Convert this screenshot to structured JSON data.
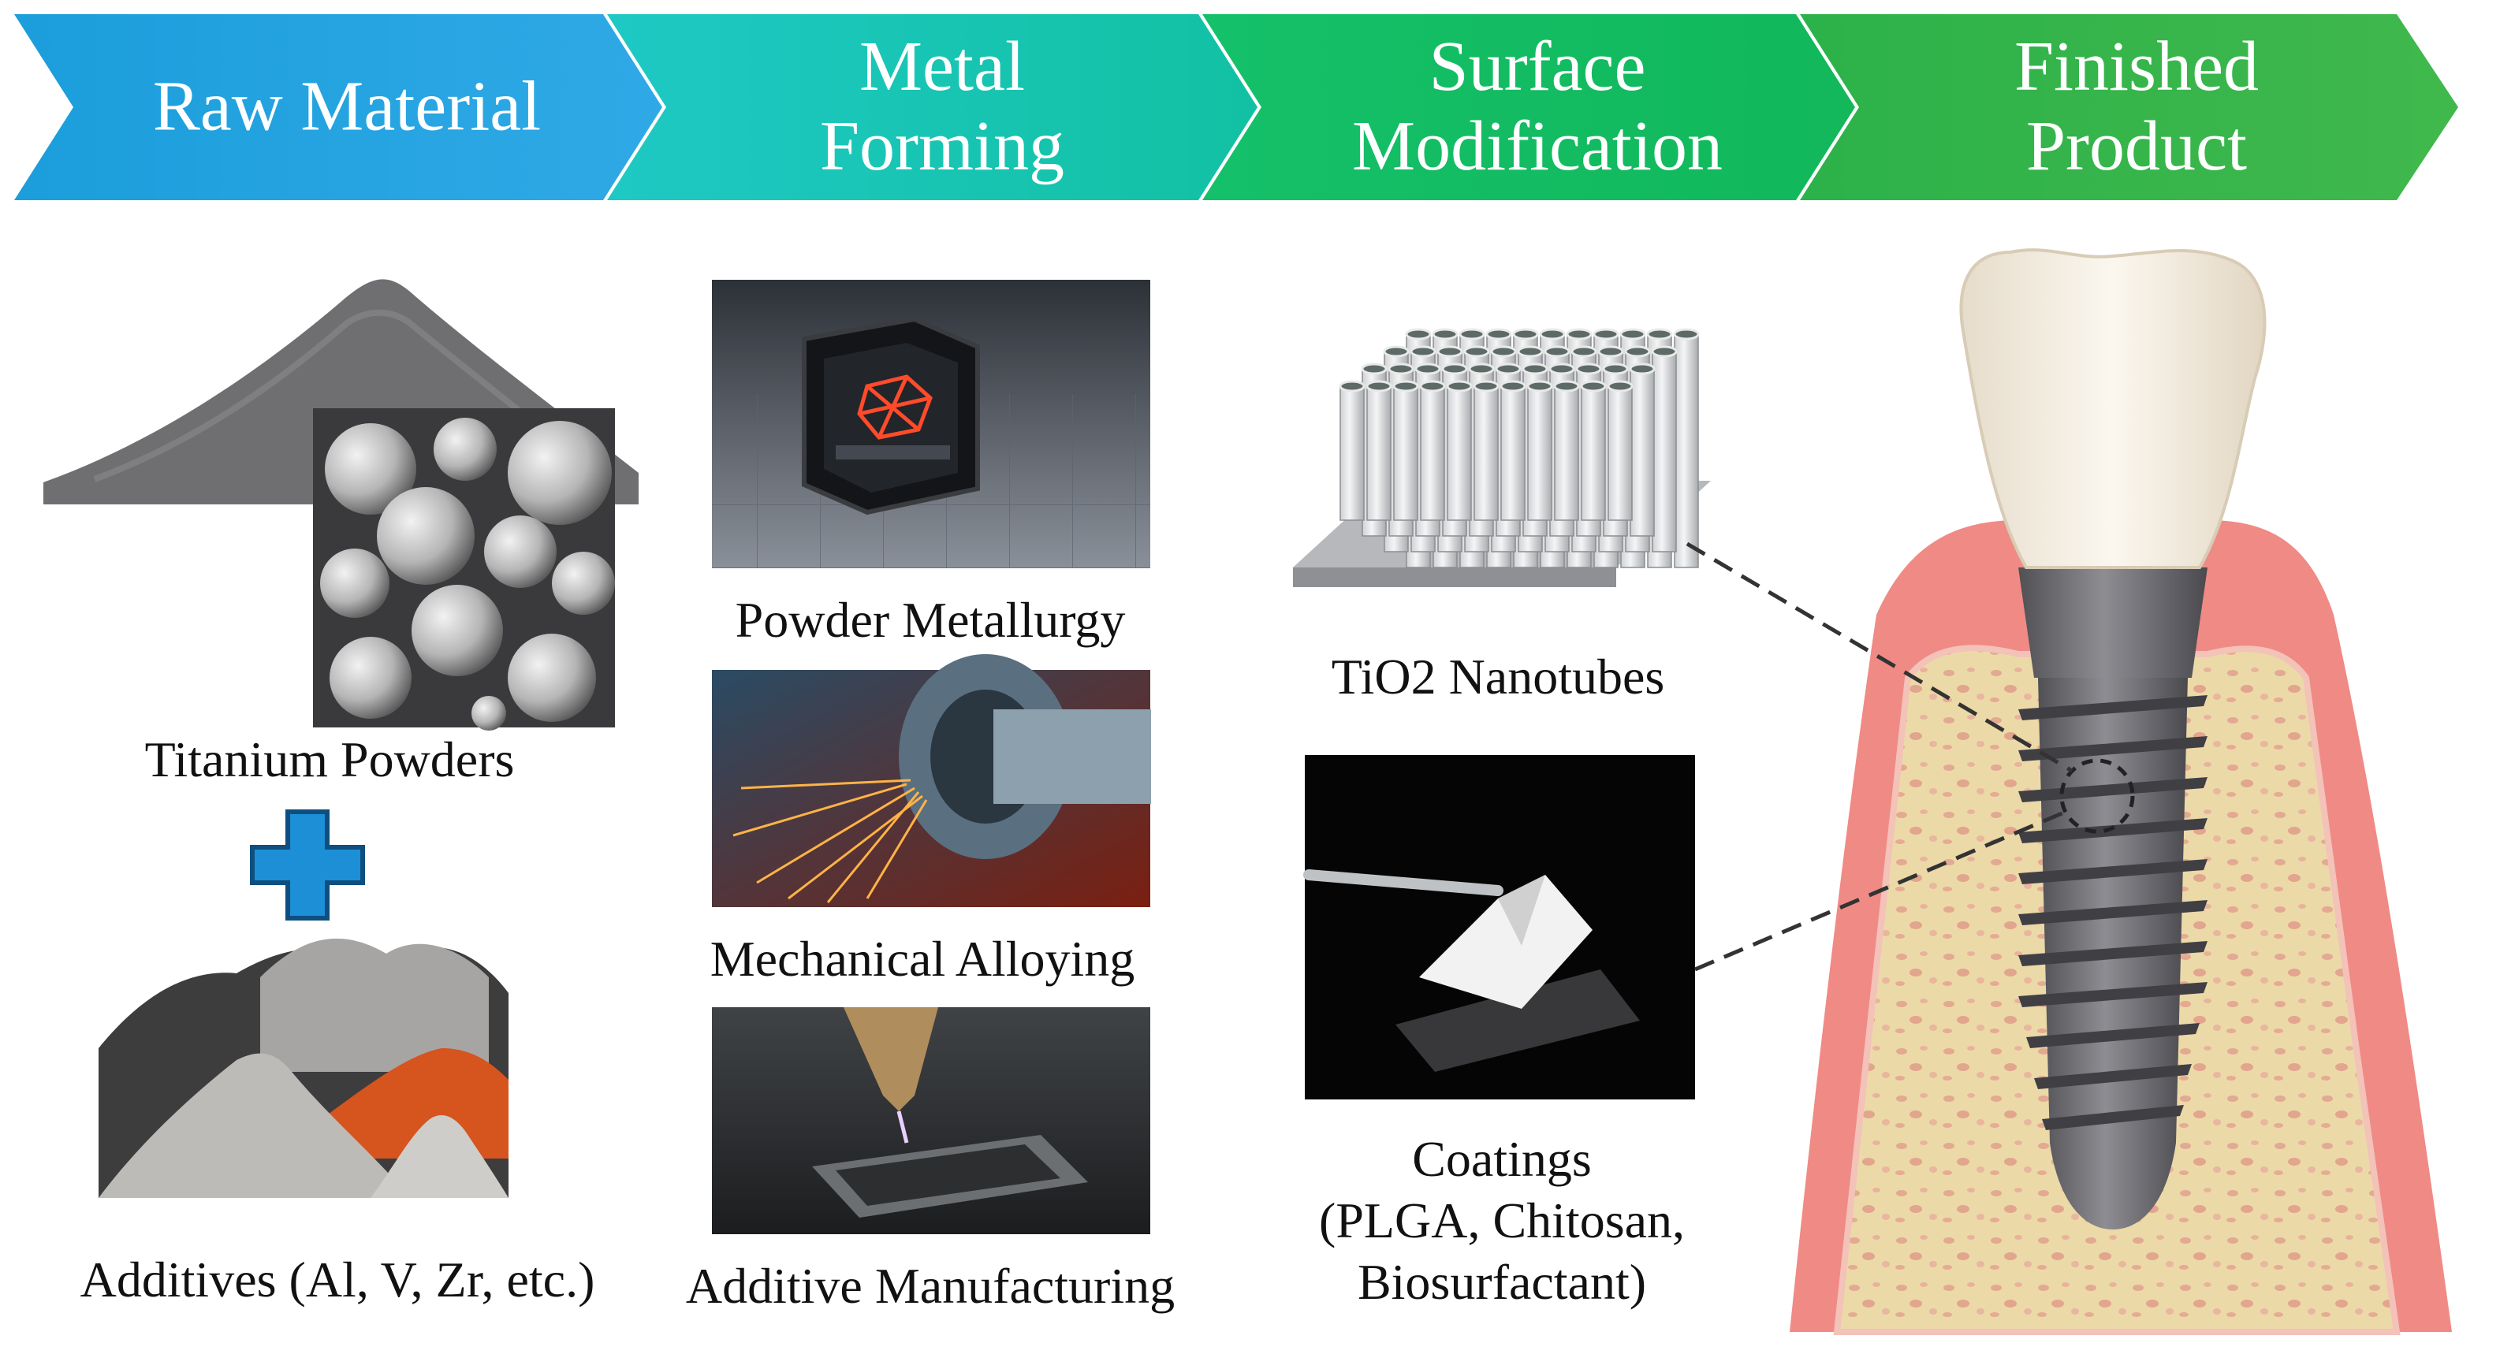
{
  "stages": [
    {
      "label": "Raw Material",
      "color_from": "#1aa0dd",
      "color_to": "#2fa7e4"
    },
    {
      "label": "Metal\nForming",
      "color_from": "#1ec8c0",
      "color_to": "#14c2a6"
    },
    {
      "label": "Surface\nModification",
      "color_from": "#19bf62",
      "color_to": "#12b85a"
    },
    {
      "label": "Finished\nProduct",
      "color_from": "#2eb34a",
      "color_to": "#3cb64a"
    }
  ],
  "raw_material": {
    "titanium_label": "Titanium Powders",
    "additives_label": "Additives (Al, V, Zr, etc.)"
  },
  "metal_forming": {
    "powder_label": "Powder Metallurgy",
    "mechanical_label": "Mechanical Alloying",
    "additive_label": "Additive Manufacturing"
  },
  "surface_modification": {
    "nanotubes_label": "TiO2 Nanotubes",
    "coatings_label": "Coatings\n(PLGA, Chitosan,\nBiosurfactant)"
  },
  "colors": {
    "plus": "#1d8fd6",
    "gum": "#f27f7a",
    "bone": "#ead8a6",
    "implant": "#6c6c70",
    "crown": "#f3ece0"
  }
}
